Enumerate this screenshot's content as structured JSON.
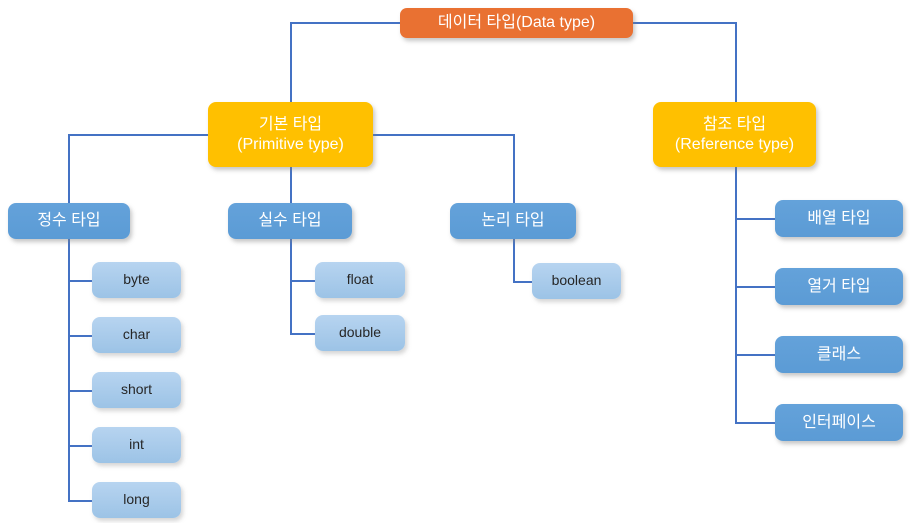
{
  "tree": {
    "root": "데이터 타입(Data type)",
    "branches": {
      "primitive": {
        "ko": "기본 타입",
        "en": "(Primitive type)"
      },
      "reference": {
        "ko": "참조 타입",
        "en": "(Reference type)"
      }
    },
    "categories": [
      "정수 타입",
      "실수 타입",
      "논리 타입"
    ],
    "integer_children": [
      "byte",
      "char",
      "short",
      "int",
      "long"
    ],
    "real_children": [
      "float",
      "double"
    ],
    "logic_children": [
      "boolean"
    ],
    "reference_children": [
      "배열 타입",
      "열거 타입",
      "클래스",
      "인터페이스"
    ]
  },
  "colors": {
    "root_box": "#E97132",
    "branch_box": "#FFC000",
    "category_box": "#5B9BD5",
    "leaf_box": "#A9CDEB",
    "connector": "#4472C4",
    "box_text": "#FFFFFF",
    "leaf_text": "#262626"
  }
}
